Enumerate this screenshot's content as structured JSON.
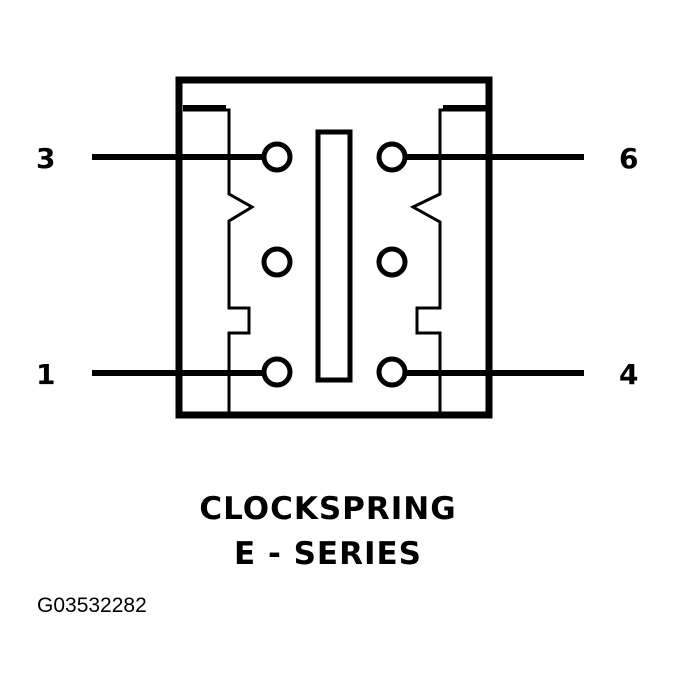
{
  "diagram": {
    "title_line1": "CLOCKSPRING",
    "title_line2": "E - SERIES",
    "figure_code": "G03532282",
    "colors": {
      "stroke": "#000000",
      "background": "#ffffff"
    },
    "pins": [
      {
        "label": "3",
        "side": "left",
        "position": "top"
      },
      {
        "label": "1",
        "side": "left",
        "position": "bottom"
      },
      {
        "label": "6",
        "side": "right",
        "position": "top"
      },
      {
        "label": "4",
        "side": "right",
        "position": "bottom"
      }
    ],
    "connector": {
      "terminals_per_side": 3,
      "wired_terminals_per_side": 2,
      "center_slot": true
    }
  }
}
